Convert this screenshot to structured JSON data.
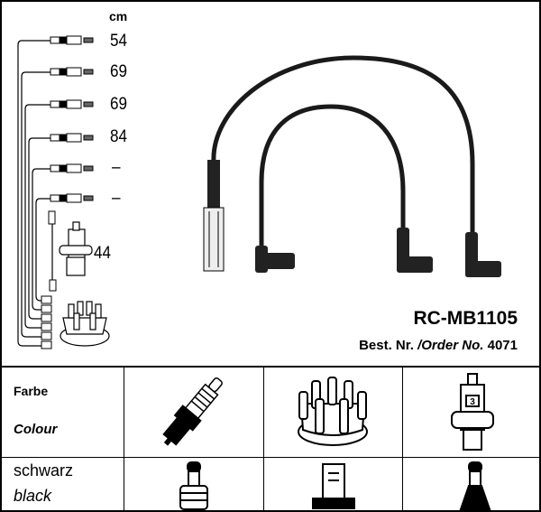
{
  "unit_label": "cm",
  "lengths": [
    "54",
    "69",
    "69",
    "84",
    "–",
    "–"
  ],
  "coil_length": "44",
  "product_code": "RC-MB1105",
  "order": {
    "label_de": "Best. Nr.",
    "separator": "/",
    "label_en": "Order No.",
    "number": "4071"
  },
  "table": {
    "header_de": "Farbe",
    "header_en": "Colour",
    "colour_de": "schwarz",
    "colour_en": "black",
    "columns": [
      "spark-plug",
      "distributor-cap",
      "ignition-coil"
    ]
  },
  "coil_badge": "3"
}
